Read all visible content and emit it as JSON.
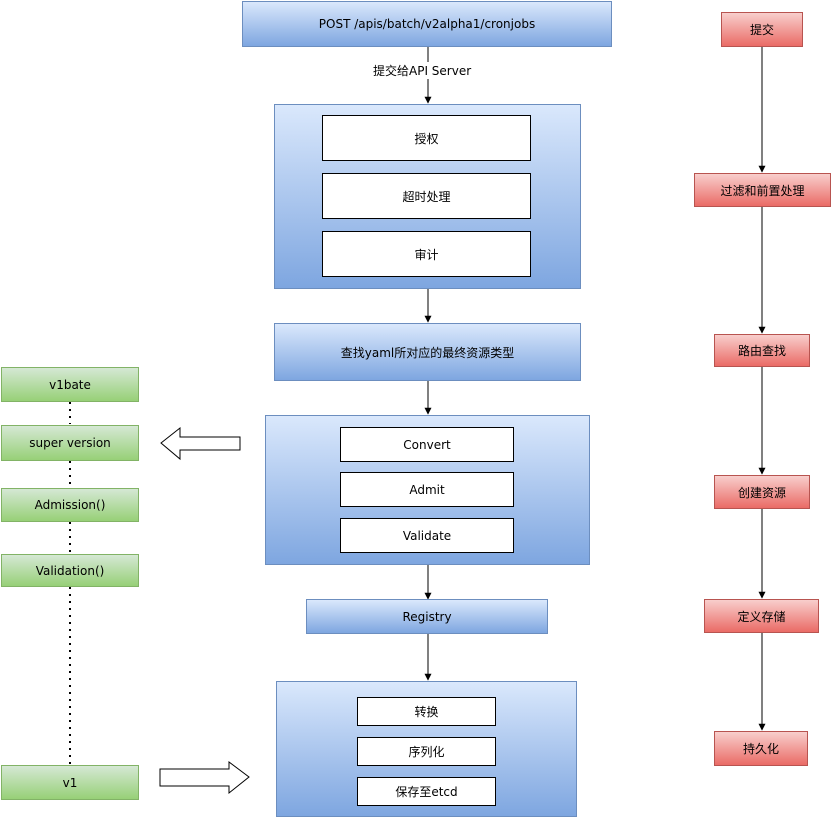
{
  "flow": {
    "post": "POST /apis/batch/v2alpha1/cronjobs",
    "submit_label": "提交给API Server",
    "group1": [
      "授权",
      "超时处理",
      "审计"
    ],
    "lookup": "查找yaml所对应的最终资源类型",
    "group2": [
      "Convert",
      "Admit",
      "Validate"
    ],
    "registry": "Registry",
    "group3": [
      "转换",
      "序列化",
      "保存至etcd"
    ]
  },
  "right_steps": [
    "提交",
    "过滤和前置处理",
    "路由查找",
    "创建资源",
    "定义存储",
    "持久化"
  ],
  "left_versions": {
    "top": [
      "v1bate",
      "super version",
      "Admission()",
      "Validation()"
    ],
    "bottom": "v1"
  },
  "colors": {
    "blue_fill": "#dae8fc",
    "blue_stroke": "#6c8ebf",
    "red_fill": "#f8cecc",
    "red_stroke": "#b85450",
    "green_fill": "#d5e8d4",
    "green_stroke": "#82b366"
  }
}
